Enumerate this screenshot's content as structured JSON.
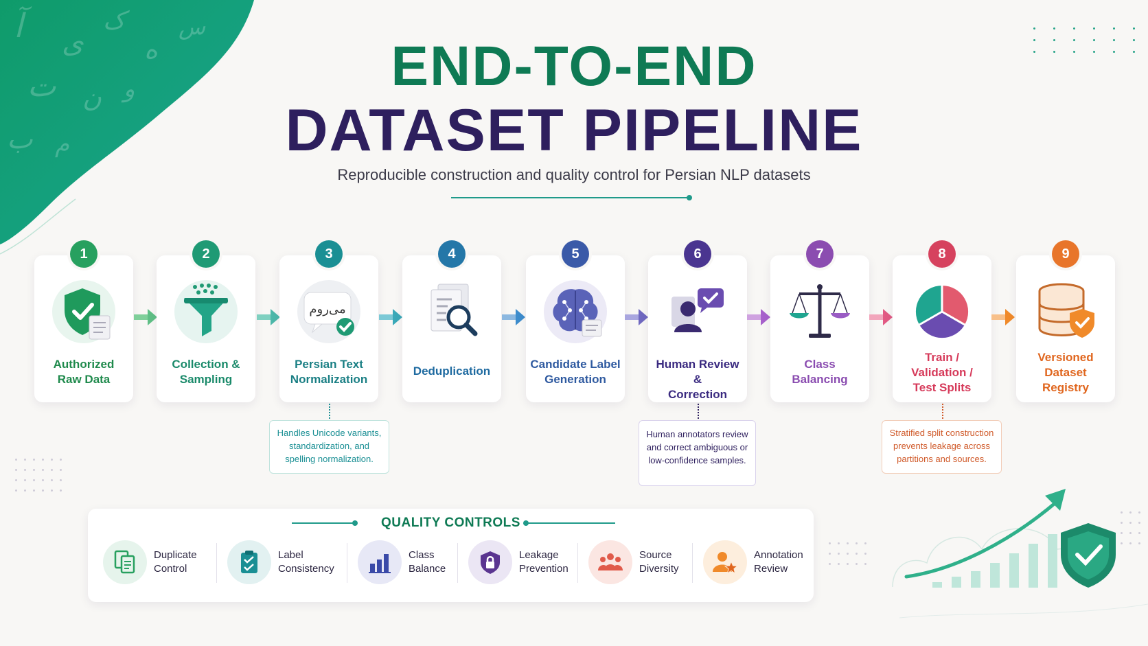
{
  "header": {
    "title_line1": "END-TO-END",
    "title_line2": "DATASET PIPELINE",
    "subtitle": "Reproducible construction and quality control for Persian NLP datasets"
  },
  "colors": {
    "title_green": "#0e7a54",
    "title_purple": "#2e1f5e",
    "accent_teal": "#1f9a8a"
  },
  "steps": [
    {
      "number": "1",
      "label": "Authorized\nRaw Data",
      "icon": "shield-check-document-icon",
      "color": "#27a05f"
    },
    {
      "number": "2",
      "label": "Collection &\nSampling",
      "icon": "funnel-icon",
      "color": "#1f9a74"
    },
    {
      "number": "3",
      "label": "Persian Text\nNormalization",
      "icon": "persian-text-bubble-icon",
      "color": "#1a8f94",
      "icon_text": "می‌روم"
    },
    {
      "number": "4",
      "label": "Deduplication",
      "icon": "document-magnifier-icon",
      "color": "#2477a8"
    },
    {
      "number": "5",
      "label": "Candidate Label\nGeneration",
      "icon": "brain-network-icon",
      "color": "#3a5aa8"
    },
    {
      "number": "6",
      "label": "Human Review &\nCorrection",
      "icon": "person-chat-check-icon",
      "color": "#4a3590"
    },
    {
      "number": "7",
      "label": "Class\nBalancing",
      "icon": "balance-scale-icon",
      "color": "#8b4cb0"
    },
    {
      "number": "8",
      "label": "Train /\nValidation /\nTest Splits",
      "icon": "pie-chart-icon",
      "color": "#d6425e"
    },
    {
      "number": "9",
      "label": "Versioned\nDataset\nRegistry",
      "icon": "database-shield-icon",
      "color": "#e8752a"
    }
  ],
  "notes": [
    {
      "text": "Handles Unicode variants, standardization, and spelling normalization.",
      "color": "#1a8f94"
    },
    {
      "text": "Human annotators review and correct ambiguous or low-confidence samples.",
      "color": "#2e1f5e"
    },
    {
      "text": "Stratified split construction prevents leakage across partitions and sources.",
      "color": "#d05a2a"
    }
  ],
  "quality_controls": {
    "title": "QUALITY CONTROLS",
    "items": [
      {
        "label": "Duplicate\nControl",
        "icon": "copy-documents-icon",
        "color": "#27a05f"
      },
      {
        "label": "Label\nConsistency",
        "icon": "clipboard-check-icon",
        "color": "#1a8f94"
      },
      {
        "label": "Class\nBalance",
        "icon": "bar-chart-icon",
        "color": "#3a4aa8"
      },
      {
        "label": "Leakage\nPrevention",
        "icon": "shield-lock-icon",
        "color": "#5a3590"
      },
      {
        "label": "Source\nDiversity",
        "icon": "group-icon",
        "color": "#e05a4a"
      },
      {
        "label": "Annotation\nReview",
        "icon": "person-star-icon",
        "color": "#f08a2a"
      }
    ]
  }
}
